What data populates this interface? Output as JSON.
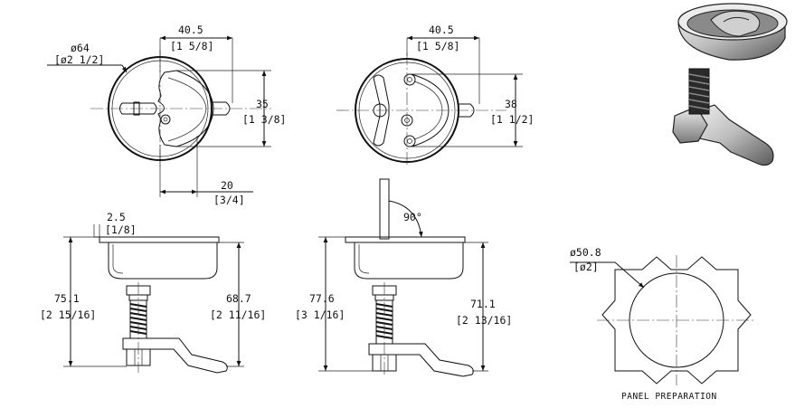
{
  "colors": {
    "line": "#111111",
    "background": "#ffffff",
    "metal_dark": "#2a2a2a",
    "metal_light": "#d9d9d9"
  },
  "top_view_left": {
    "diameter_mm": "ø64",
    "diameter_in": "[ø2 1/2]",
    "width_mm": "40.5",
    "width_in": "[1 5/8]",
    "height_mm": "35",
    "height_in": "[1 3/8]",
    "offset_mm": "20",
    "offset_in": "[3/4]"
  },
  "top_view_right": {
    "width_mm": "40.5",
    "width_in": "[1 5/8]",
    "height_mm": "38",
    "height_in": "[1 1/2]"
  },
  "side_view_left": {
    "flange_mm": "2.5",
    "flange_in": "[1/8]",
    "overall_mm": "75.1",
    "overall_in": "[2 15/16]",
    "grip_mm": "68.7",
    "grip_in": "[2 11/16]"
  },
  "side_view_right": {
    "angle": "90°",
    "overall_mm": "77.6",
    "overall_in": "[3 1/16]",
    "grip_mm": "71.1",
    "grip_in": "[2 13/16]"
  },
  "panel": {
    "cutout_mm": "ø50.8",
    "cutout_in": "[ø2]",
    "caption": "PANEL PREPARATION"
  }
}
